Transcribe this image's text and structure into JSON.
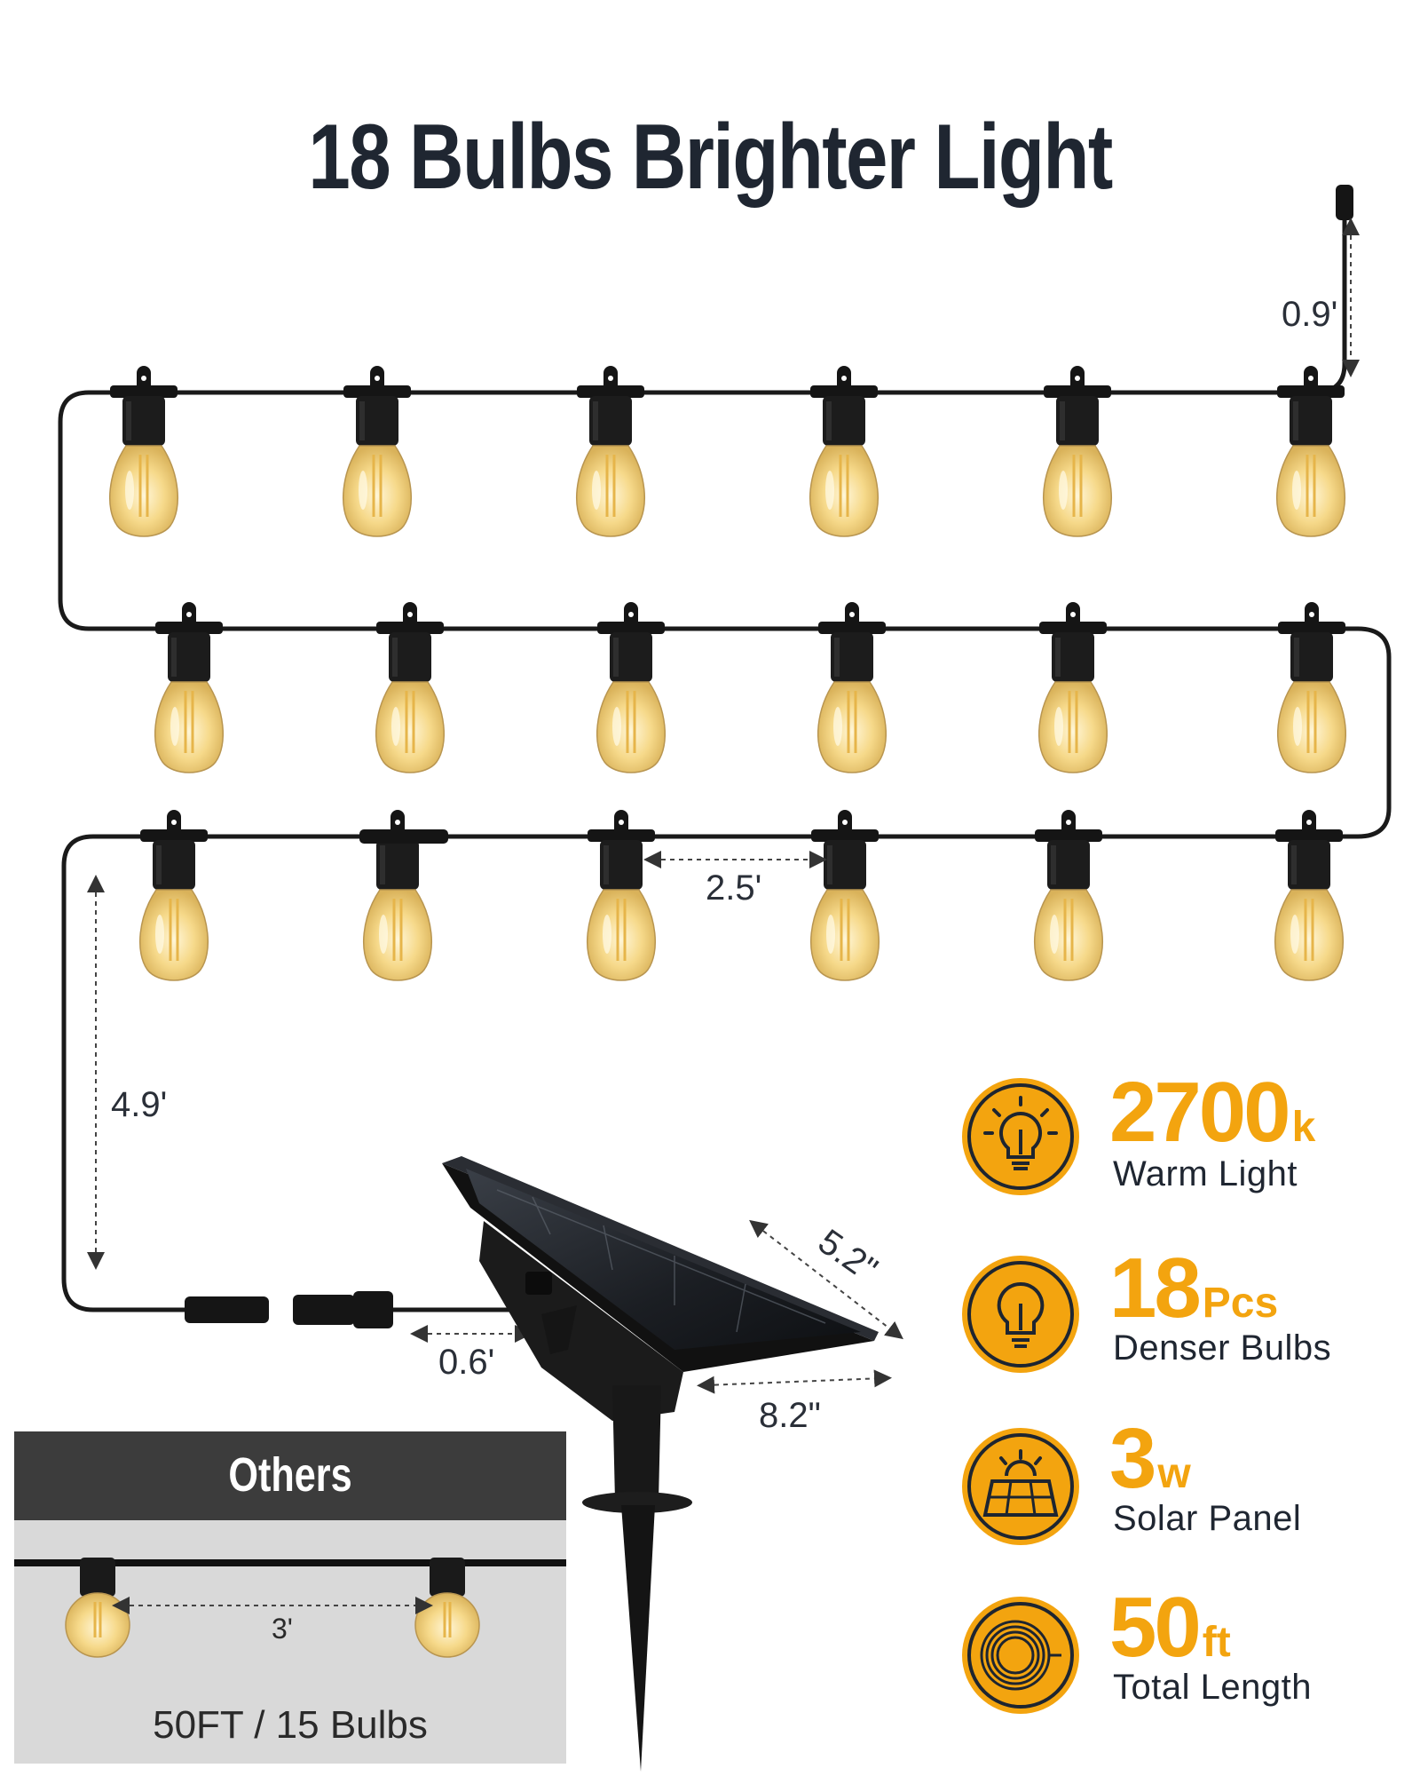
{
  "title": "18 Bulbs Brighter Light",
  "dimensions": {
    "lead_top": "0.9'",
    "spacing": "2.5'",
    "lead_side": "4.9'",
    "connector": "0.6'",
    "panel_width": "5.2\"",
    "panel_depth": "8.2\""
  },
  "features": [
    {
      "number": "2700",
      "unit": "k",
      "label": "Warm Light",
      "icon": "bulb-glow-icon"
    },
    {
      "number": "18",
      "unit": "Pcs",
      "label": "Denser Bulbs",
      "icon": "bulb-icon"
    },
    {
      "number": "3",
      "unit": "w",
      "label": "Solar Panel",
      "icon": "solar-panel-icon"
    },
    {
      "number": "50",
      "unit": "ft",
      "label": "Total Length",
      "icon": "cable-coil-icon"
    }
  ],
  "others": {
    "title": "Others",
    "spacing": "3'",
    "caption": "50FT / 15 Bulbs"
  },
  "colors": {
    "accent": "#f3a40f",
    "title": "#1f2631",
    "cable": "#1a1a1a",
    "bulb_glow": "#f6d98a"
  }
}
